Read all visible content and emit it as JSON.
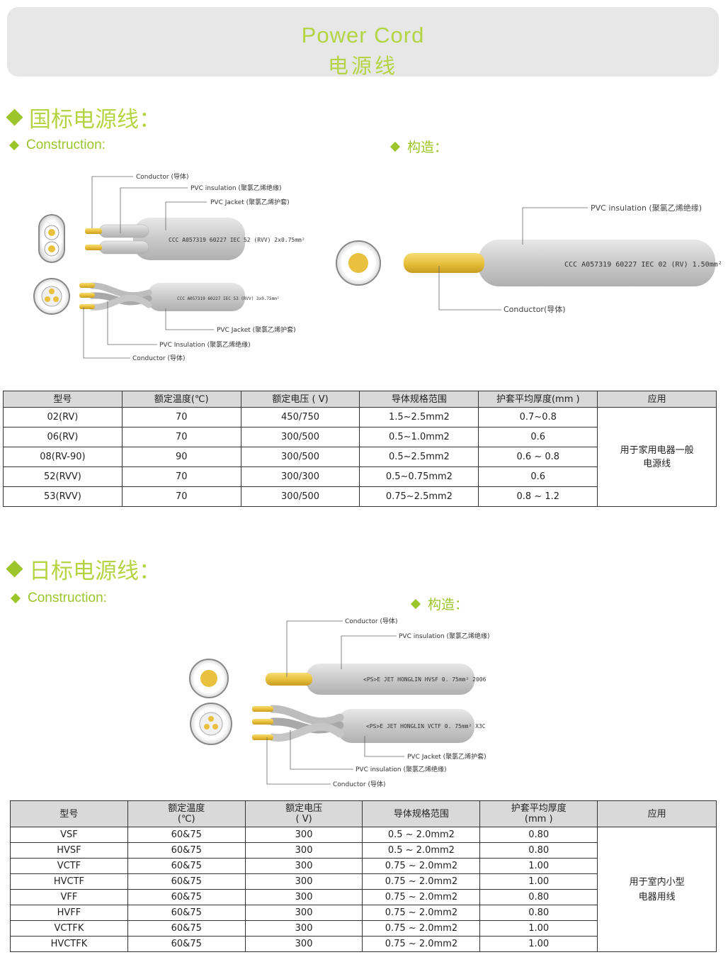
{
  "banner": {
    "title_en": "Power Cord",
    "title_cn": "电源线"
  },
  "section1": {
    "title": "国标电源线：",
    "construction_en": "Construction:",
    "construction_cn": "构造：",
    "diagram_flat": {
      "conductor": "Conductor (导体)",
      "pvc_insulation": "PVC insulation (聚氯乙烯绝缘)",
      "pvc_jacket": "PVC Jacket (聚氯乙烯护套)",
      "marking": "CCC A057319  60227  IEC  52 (RVV)  2x0.75mm²"
    },
    "diagram_twisted": {
      "pvc_jacket": "PVC Jacket (聚氯乙烯护套)",
      "pvc_insulation": "PVC Insulation (聚氯乙烯绝缘)",
      "conductor": "Conductor (导体)",
      "marking": "CCC A057319  60227  IEC 53 (RVV)  3x0.75mm²"
    },
    "diagram_single": {
      "pvc_insulation": "PVC insulation (聚氯乙烯绝缘)",
      "conductor": "Conductor(导体)",
      "marking": "CCC A057319  60227 IEC  02 (RV)  1.50mm²"
    },
    "table": {
      "headers": [
        "型号",
        "额定温度(℃)",
        "额定电压 ( V)",
        "导体规格范围",
        "护套平均厚度(mm )",
        "应用"
      ],
      "rows": [
        [
          "02(RV)",
          "70",
          "450/750",
          "1.5~2.5mm2",
          "0.7~0.8"
        ],
        [
          "06(RV)",
          "70",
          "300/500",
          "0.5~1.0mm2",
          "0.6"
        ],
        [
          "08(RV-90)",
          "90",
          "300/500",
          "0.5~2.5mm2",
          "0.6 ~ 0.8"
        ],
        [
          "52(RVV)",
          "70",
          "300/300",
          "0.5~0.75mm2",
          "0.6"
        ],
        [
          "53(RVV)",
          "70",
          "300/500",
          "0.75~2.5mm2",
          "0.8 ~ 1.2"
        ]
      ],
      "application_line1": "用于家用电器一般",
      "application_line2": "电源线"
    }
  },
  "section2": {
    "title": "日标电源线：",
    "construction_en": "Construction:",
    "construction_cn": "构造：",
    "diagram_single": {
      "conductor": "Conductor (导体)",
      "pvc_insulation": "PVC insulation (聚氯乙烯绝缘)",
      "marking": "<PS>E  JET  HONGLIN  HVSF   0. 75mm²  2006"
    },
    "diagram_twisted": {
      "pvc_jacket": "PVC Jacket (聚氯乙烯护套)",
      "pvc_insulation": "PVC insulation (聚氯乙烯绝缘)",
      "conductor": "Conductor (导体)",
      "marking": "<PS>E  JET  HONGLIN  VCTF   0. 75mm²  X3C"
    },
    "table": {
      "headers": [
        {
          "l1": "型号",
          "l2": ""
        },
        {
          "l1": "额定温度",
          "l2": "(℃)"
        },
        {
          "l1": "额定电压",
          "l2": "( V)"
        },
        {
          "l1": "导体规格范围",
          "l2": ""
        },
        {
          "l1": "护套平均厚度",
          "l2": "(mm )"
        },
        {
          "l1": "应用",
          "l2": ""
        }
      ],
      "rows": [
        [
          "VSF",
          "60&75",
          "300",
          "0.5 ~ 2.0mm2",
          "0.80"
        ],
        [
          "HVSF",
          "60&75",
          "300",
          "0.5 ~ 2.0mm2",
          "0.80"
        ],
        [
          "VCTF",
          "60&75",
          "300",
          "0.75 ~ 2.0mm2",
          "1.00"
        ],
        [
          "HVCTF",
          "60&75",
          "300",
          "0.75 ~ 2.0mm2",
          "1.00"
        ],
        [
          "VFF",
          "60&75",
          "300",
          "0.75 ~ 2.0mm2",
          "0.80"
        ],
        [
          "HVFF",
          "60&75",
          "300",
          "0.75 ~ 2.0mm2",
          "0.80"
        ],
        [
          "VCTFK",
          "60&75",
          "300",
          "0.75 ~ 2.0mm2",
          "1.00"
        ],
        [
          "HVCTFK",
          "60&75",
          "300",
          "0.75 ~ 2.0mm2",
          "1.00"
        ]
      ],
      "application_line1": "用于室内小型",
      "application_line2": "电器用线"
    }
  },
  "colors": {
    "accent_green": "#b5d443",
    "diamond_green": "#9cc42b",
    "conductor_yellow": "#e9c13e",
    "header_gray": "#d9d9d9"
  }
}
